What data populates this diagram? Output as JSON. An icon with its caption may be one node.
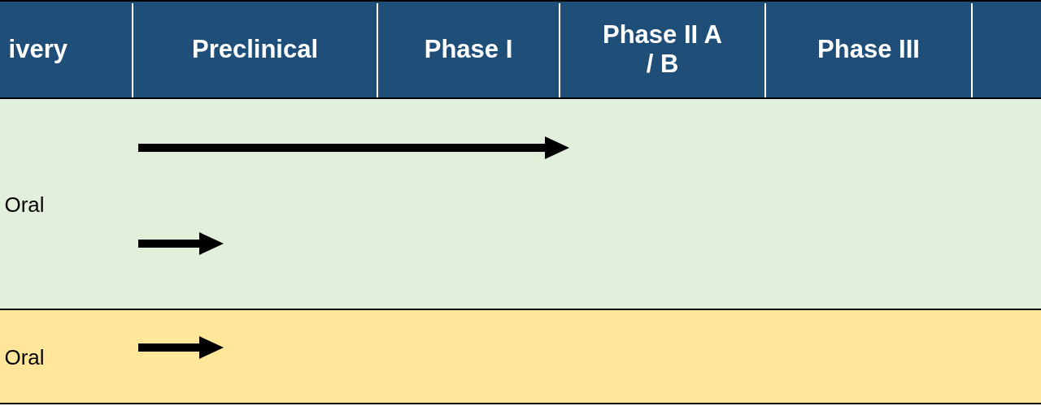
{
  "diagram": {
    "labels": [
      "ivery",
      "Preclinical",
      "Phase I",
      "Phase II A / B",
      "Phase III",
      "Oral",
      "Oral"
    ]
  }
}
